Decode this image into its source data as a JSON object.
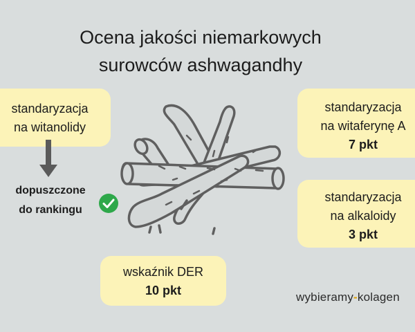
{
  "title": {
    "line1": "Ocena jakości niemarkowych",
    "line2": "surowców ashwagandhy"
  },
  "cards": {
    "witanolidy": {
      "line1": "standaryzacja",
      "line2": "na witanolidy"
    },
    "witaferyna": {
      "line1": "standaryzacja",
      "line2": "na witaferynę A",
      "points": "7 pkt"
    },
    "alkaloidy": {
      "line1": "standaryzacja",
      "line2": "na alkaloidy",
      "points": "3 pkt"
    },
    "der": {
      "line1": "wskaźnik DER",
      "points": "10 pkt"
    }
  },
  "accepted": {
    "line1": "dopuszczone",
    "line2": "do rankingu"
  },
  "brand": {
    "left": "wybieramy",
    "separator": "-",
    "right": "kolagen"
  },
  "colors": {
    "background": "#d9dddd",
    "card": "#fcf3b8",
    "check": "#2ea84a",
    "arrow": "#5a5a5a",
    "roots_stroke": "#5f5f5f",
    "roots_fill": "#d4d8d8"
  },
  "icons": {
    "arrow": "arrow-down-icon",
    "check": "check-circle-icon",
    "illustration": "ashwagandha-roots-illustration"
  }
}
